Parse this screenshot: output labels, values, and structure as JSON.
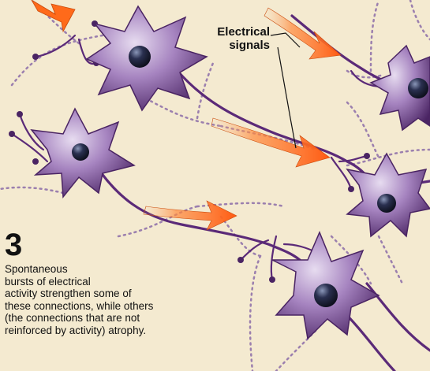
{
  "label": {
    "electrical_line1": "Electrical",
    "electrical_line2": "signals"
  },
  "step": {
    "number": "3",
    "caption_lines": [
      "Spontaneous",
      "bursts of electrical",
      "activity  strengthen some of",
      "these connections, while others",
      "(the connections that are not",
      "reinforced  by activity) atrophy."
    ]
  },
  "colors": {
    "background": "#f4ead0",
    "neuron": "#7a4f9a",
    "neuron_dark": "#4a2463",
    "axon": "#5b2a78",
    "nucleus": "#1d2236",
    "arrow": "#ff6a1a",
    "dotted_pathway": "#9b7fae"
  }
}
